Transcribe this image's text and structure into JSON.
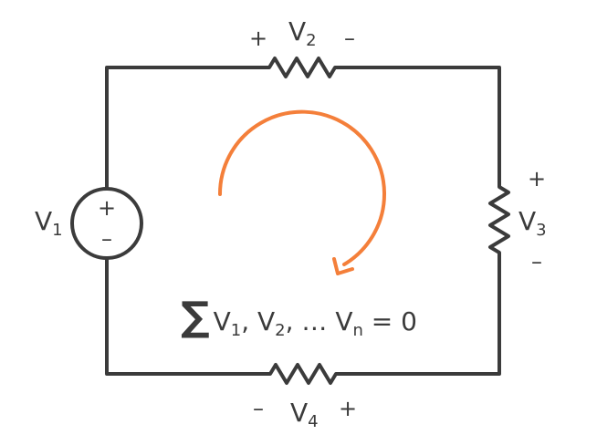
{
  "colors": {
    "wire": "#3b3b3b",
    "loop_arrow": "#f47f3a"
  },
  "labels": {
    "v1": {
      "main": "V",
      "sub": "1"
    },
    "v2": {
      "main": "V",
      "sub": "2",
      "plus": "+",
      "minus": "–"
    },
    "v3": {
      "main": "V",
      "sub": "3",
      "plus": "+",
      "minus": "–"
    },
    "v4": {
      "main": "V",
      "sub": "4",
      "plus": "+",
      "minus": "–"
    },
    "source": {
      "plus": "+",
      "minus": "–"
    }
  },
  "formula": {
    "sigma": "∑",
    "t1": "V",
    "s1": "1",
    "t2": ", V",
    "s2": "2",
    "t3": ", … V",
    "s3": "n",
    "t4": " = 0"
  }
}
